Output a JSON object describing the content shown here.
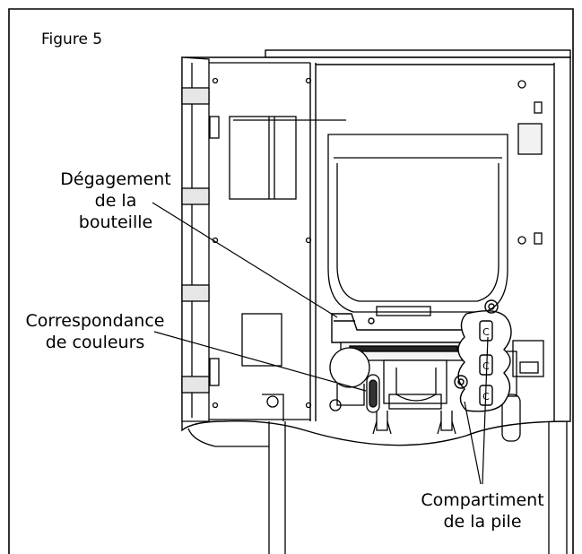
{
  "figure": {
    "title": "Figure 5"
  },
  "callouts": {
    "bottle_release": [
      "Dégagement",
      "de la",
      "bouteille"
    ],
    "color_match": [
      "Correspondance",
      "de couleurs"
    ],
    "battery_compartment": [
      "Compartiment",
      "de la pile"
    ]
  },
  "battery_cells": [
    "C",
    "C",
    "C"
  ]
}
